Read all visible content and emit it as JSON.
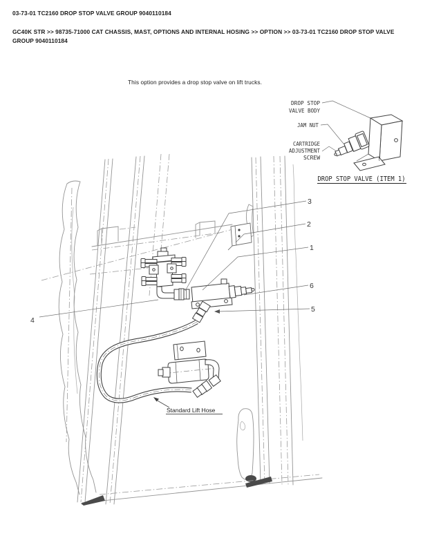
{
  "header": {
    "title": "03-73-01 TC2160 DROP STOP VALVE GROUP 9040110184",
    "breadcrumb": "GC40K STR >> 98735-71000 CAT CHASSIS, MAST, OPTIONS AND INTERNAL HOSING >> OPTION >> 03-73-01 TC2160 DROP STOP VALVE GROUP 9040110184"
  },
  "intro_text": "This option provides a drop stop valve on lift trucks.",
  "inset_diagram": {
    "caption": "DROP STOP VALVE (ITEM 1)",
    "labels": {
      "body_line1": "DROP STOP",
      "body_line2": "VALVE BODY",
      "jam_nut": "JAM NUT",
      "cart_line1": "CARTRIDGE",
      "cart_line2": "ADJUSTMENT",
      "cart_line3": "SCREW"
    }
  },
  "main_diagram": {
    "hose_label": "Standard Lift Hose",
    "callouts": {
      "n1": "1",
      "n2": "2",
      "n3": "3",
      "n4": "4",
      "n5": "5",
      "n6": "6"
    }
  },
  "colors": {
    "ink": "#1c1c1c",
    "structure_line": "#939393",
    "component_line": "#3f3f3f",
    "leader_line": "#6f6f6f"
  }
}
